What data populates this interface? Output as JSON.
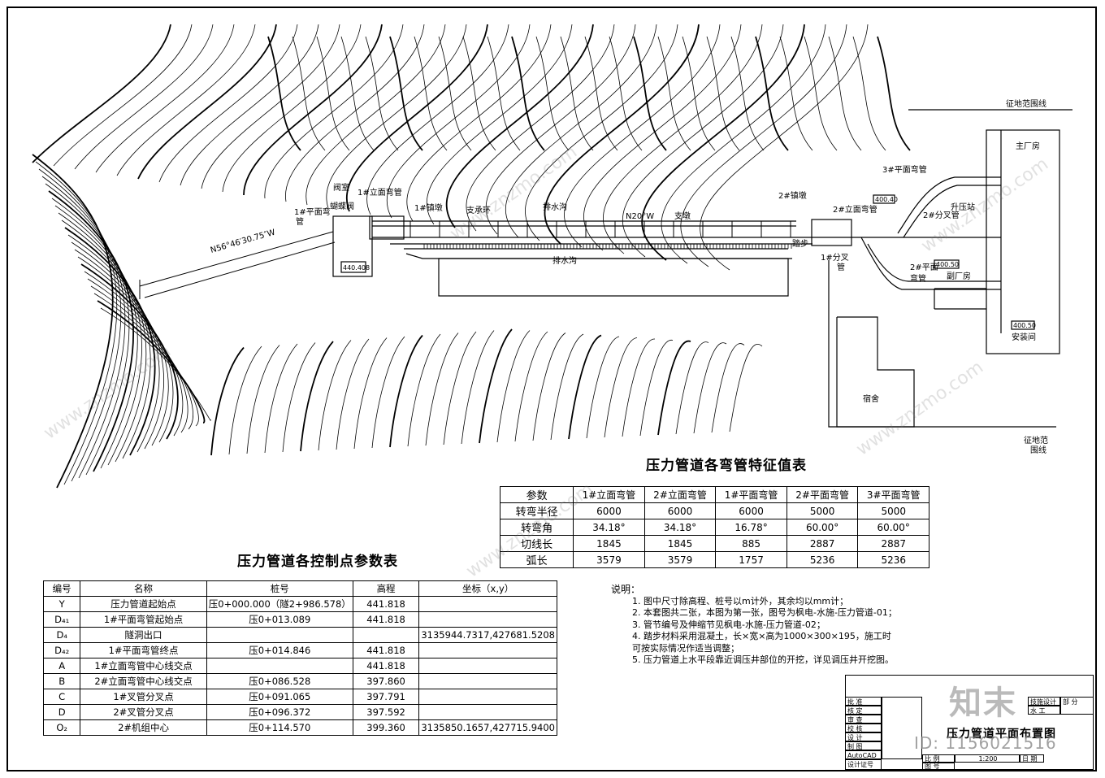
{
  "drawing": {
    "labels": {
      "zhengdi_top": "征地范围线",
      "zhengdi_bottom_1": "征地范",
      "zhengdi_bottom_2": "围线",
      "main_house": "主厂房",
      "sub_house": "副厂房",
      "assembly": "安装间",
      "dorm": "宿舍",
      "booster": "升压站",
      "valve_room_1": "阀室",
      "valve_room_2": "蝴蝶阀",
      "bend_v1": "1#立面弯管",
      "bend_h1": "1#平面弯",
      "bend_h1b": "管",
      "anchor1": "1#镇墩",
      "support_ring": "支承环",
      "drain_top": "排水沟",
      "drain_bottom": "排水沟",
      "direction_n20w": "N20°W",
      "pier": "支墩",
      "anchor2": "2#镇墩",
      "bend_v2": "2#立面弯管",
      "step": "踏步",
      "fork1": "1#分叉",
      "fork1b": "管",
      "fork2": "2#分叉管",
      "bend_h3": "3#平面弯管",
      "bend_h2": "2#平面",
      "bend_h2b": "弯管",
      "bearing": "N56°46′30.75″W",
      "elev_valve": "440.408",
      "elev_1": "400.40",
      "elev_2": "400.50",
      "elev_3": "400.50"
    }
  },
  "bend_table": {
    "title": "压力管道各弯管特征值表",
    "headers": [
      "参数",
      "1#立面弯管",
      "2#立面弯管",
      "1#平面弯管",
      "2#平面弯管",
      "3#平面弯管"
    ],
    "rows": [
      [
        "转弯半径",
        "6000",
        "6000",
        "6000",
        "5000",
        "5000"
      ],
      [
        "转弯角",
        "34.18°",
        "34.18°",
        "16.78°",
        "60.00°",
        "60.00°"
      ],
      [
        "切线长",
        "1845",
        "1845",
        "885",
        "2887",
        "2887"
      ],
      [
        "弧长",
        "3579",
        "3579",
        "1757",
        "5236",
        "5236"
      ]
    ]
  },
  "ctrl_table": {
    "title": "压力管道各控制点参数表",
    "headers": [
      "编号",
      "名称",
      "桩号",
      "高程",
      "坐标（x,y）"
    ],
    "rows": [
      [
        "Y",
        "压力管道起始点",
        "压0+000.000（隧2+986.578）",
        "441.818",
        ""
      ],
      [
        "D₄₁",
        "1#平面弯管起始点",
        "压0+013.089",
        "441.818",
        ""
      ],
      [
        "D₄",
        "隧洞出口",
        "",
        "",
        "3135944.7317,427681.5208"
      ],
      [
        "D₄₂",
        "1#平面弯管终点",
        "压0+014.846",
        "441.818",
        ""
      ],
      [
        "A",
        "1#立面弯管中心线交点",
        "",
        "441.818",
        ""
      ],
      [
        "B",
        "2#立面弯管中心线交点",
        "压0+086.528",
        "397.860",
        ""
      ],
      [
        "C",
        "1#叉管分叉点",
        "压0+091.065",
        "397.791",
        ""
      ],
      [
        "D",
        "2#叉管分叉点",
        "压0+096.372",
        "397.592",
        ""
      ],
      [
        "O₂",
        "2#机组中心",
        "压0+114.570",
        "399.360",
        "3135850.1657,427715.9400"
      ]
    ]
  },
  "notes": {
    "head": "说明：",
    "lines": [
      "1. 图中尺寸除高程、桩号以m计外，其余均以mm计；",
      "2. 本套图共二张，本图为第一张，图号为枫电-水施-压力管道-01；",
      "3. 管节编号及伸缩节见枫电-水施-压力管道-02；",
      "4. 踏步材料采用混凝土，长×宽×高为1000×300×195，施工时",
      "   可按实际情况作适当调整；",
      "5. 压力管道上水平段靠近调压井部位的开挖，详见调压井开挖图。"
    ]
  },
  "title_block": {
    "title": "压力管道平面布置图",
    "left_cells": [
      "批 准",
      "核 定",
      "审 查",
      "校 核",
      "设 计",
      "制 图",
      "AutoCAD",
      "设计证号"
    ],
    "top_cells": [
      "技施设计",
      "水 工",
      "部 分"
    ],
    "bottom_cells": [
      "比 例",
      "1:200",
      "日 期",
      "图 号"
    ]
  },
  "watermark": {
    "site": "www.znzmo.com",
    "logo": "知末",
    "id": "ID: 1156021516"
  }
}
